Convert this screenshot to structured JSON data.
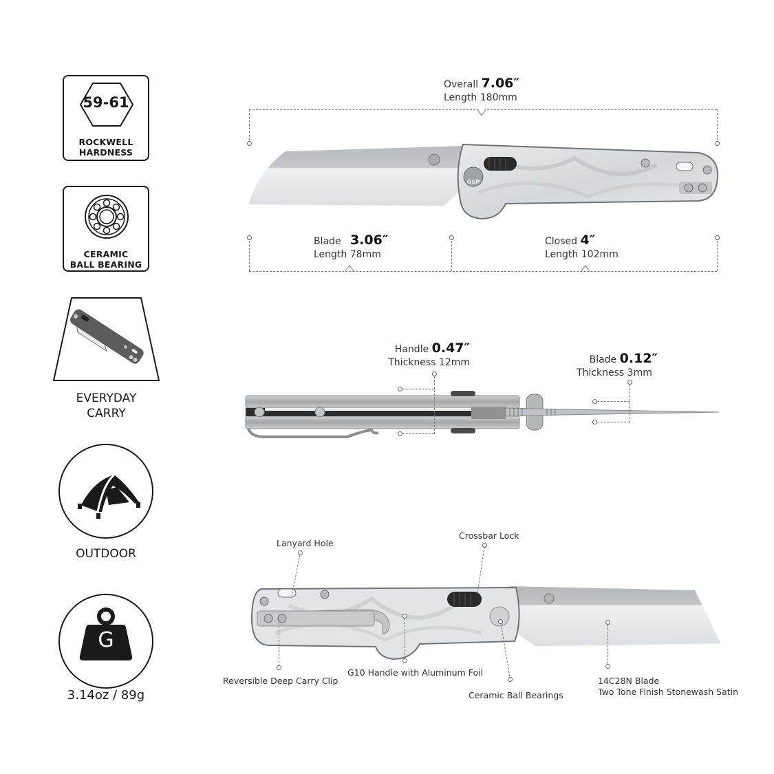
{
  "badges": {
    "hardness": {
      "value": "59-61",
      "line1": "ROCKWELL",
      "line2": "HARDNESS"
    },
    "bearing": {
      "line1": "CERAMIC",
      "line2": "BALL BEARING"
    },
    "edc": {
      "line1": "EVERYDAY",
      "line2": "CARRY"
    },
    "outdoor": {
      "label": "OUTDOOR"
    },
    "weight": {
      "glyph": "G",
      "label": "3.14oz / 89g"
    }
  },
  "dimensions": {
    "overall": {
      "word1": "Overall",
      "word2": "Length",
      "inches": "7.06″",
      "mm": "180mm"
    },
    "blade_length": {
      "word1": "Blade",
      "word2": "Length",
      "inches": "3.06″",
      "mm": "78mm"
    },
    "closed_length": {
      "word1": "Closed",
      "word2": "Length",
      "inches": "4″",
      "mm": "102mm"
    },
    "handle_thickness": {
      "word1": "Handle",
      "word2": "Thickness",
      "inches": "0.47″",
      "mm": "12mm"
    },
    "blade_thickness": {
      "word1": "Blade",
      "word2": "Thickness",
      "inches": "0.12″",
      "mm": "3mm"
    }
  },
  "knife": {
    "logo": "QSP"
  },
  "callouts": {
    "lanyard": "Lanyard Hole",
    "crossbar": "Crossbar Lock",
    "clip": "Reversible Deep Carry Clip",
    "handle": "G10 Handle with Aluminum Foil",
    "bearings": "Ceramic Ball Bearings",
    "blade_line1": "14C28N Blade",
    "blade_line2": "Two Tone Finish Stonewash Satin"
  },
  "colors": {
    "ink": "#1a1a1a",
    "steel": "#c9cccf",
    "handle": "#e4e7ea",
    "scale": "#8f959a"
  }
}
